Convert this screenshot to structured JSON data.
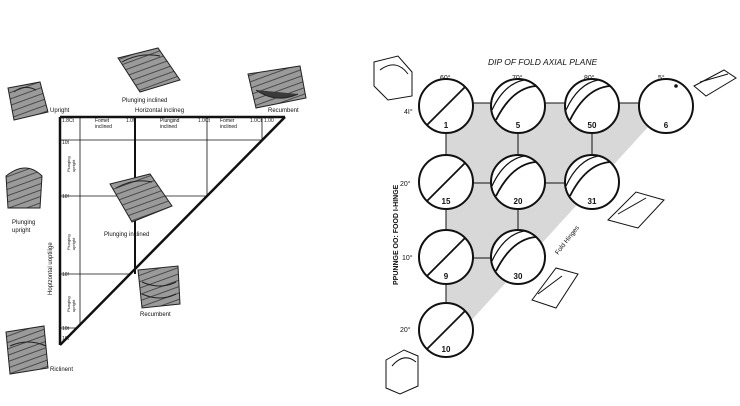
{
  "left": {
    "labels": {
      "upright": "Upright",
      "plunging_inclined_top": "Plunging inclined",
      "horizontal_inclined": "Horizontal inclineg",
      "recumbent_top": "Recumbent",
      "plunging_upright": "Plunging\nupright",
      "plunging_inclined_mid": "Plunging inclined",
      "recumbent_low": "Recumbent",
      "reclinent": "Riclinent",
      "vertical_axis": "Hoptzontal uoptiiige"
    },
    "top_scale": [
      "1.8Ct",
      "Fomet\ninclined",
      "1.0!",
      "Plungind\ninclined",
      "1.0Ct",
      "Fomer\ninclined",
      "1.0Ct",
      "1.00"
    ],
    "left_scale": [
      "10t",
      "10!",
      "10!",
      "10t",
      "10t"
    ],
    "side_small": [
      "Plunging\nupright",
      "Plunging\nupright",
      "Plunging\nupright"
    ]
  },
  "right": {
    "title": "DIP OF FOLD AXIAL PLANE",
    "dip_labels": [
      "60°",
      "70°",
      "80°",
      "5°"
    ],
    "plunge_labels": [
      "4I°",
      "20°",
      "10°",
      "20°"
    ],
    "vertical_label": "PPUNNGE OO: FOOD I-HINGE",
    "fold_hinges": "Fold Hinges",
    "circle_numbers": [
      "1",
      "5",
      "50",
      "6",
      "15",
      "20",
      "31",
      "9",
      "30",
      "10"
    ]
  },
  "colors": {
    "triangle_fill": "#d8d8d8",
    "line": "#111111",
    "fold_mid": "#8a8a8a",
    "fold_dark": "#3a3a3a"
  }
}
